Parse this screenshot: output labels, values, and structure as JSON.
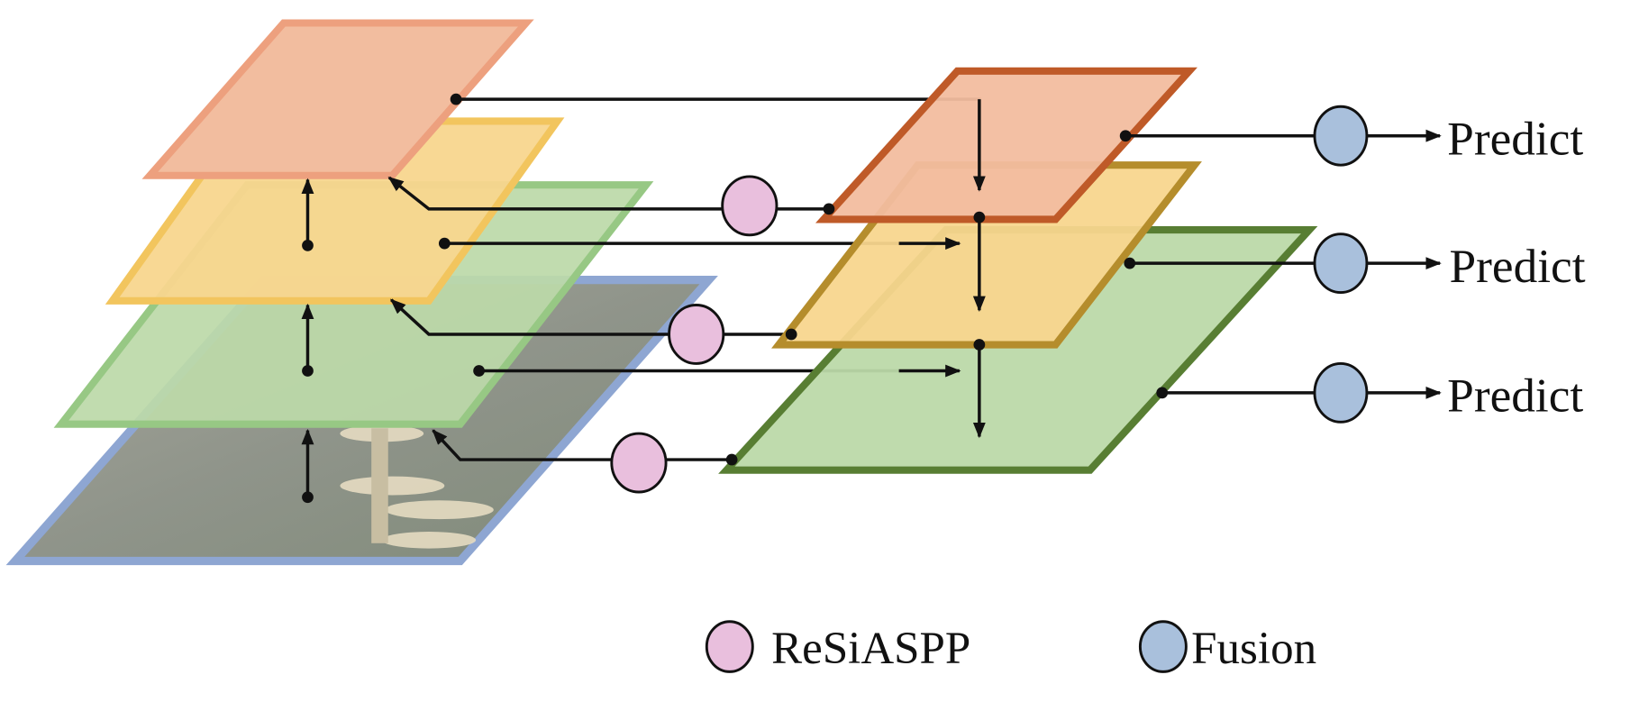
{
  "outputs": [
    {
      "label": "Predict"
    },
    {
      "label": "Predict"
    },
    {
      "label": "Predict"
    }
  ],
  "legend": {
    "items": [
      {
        "label": "ReSiASPP",
        "color": "#e9bfdd"
      },
      {
        "label": "Fusion",
        "color": "#a9c0dc"
      }
    ]
  },
  "colors": {
    "orange_fill": "#f2bd9f",
    "orange_stroke_left": "#eda07e",
    "orange_stroke_right": "#bf5a28",
    "yellow_fill": "#f8d68e",
    "yellow_stroke_left": "#f2c55e",
    "yellow_stroke_right": "#b58d2c",
    "green_fill": "#bcd9a9",
    "green_stroke_left": "#97c884",
    "green_stroke_right": "#587e33",
    "image_stroke": "#8ea6d2"
  }
}
